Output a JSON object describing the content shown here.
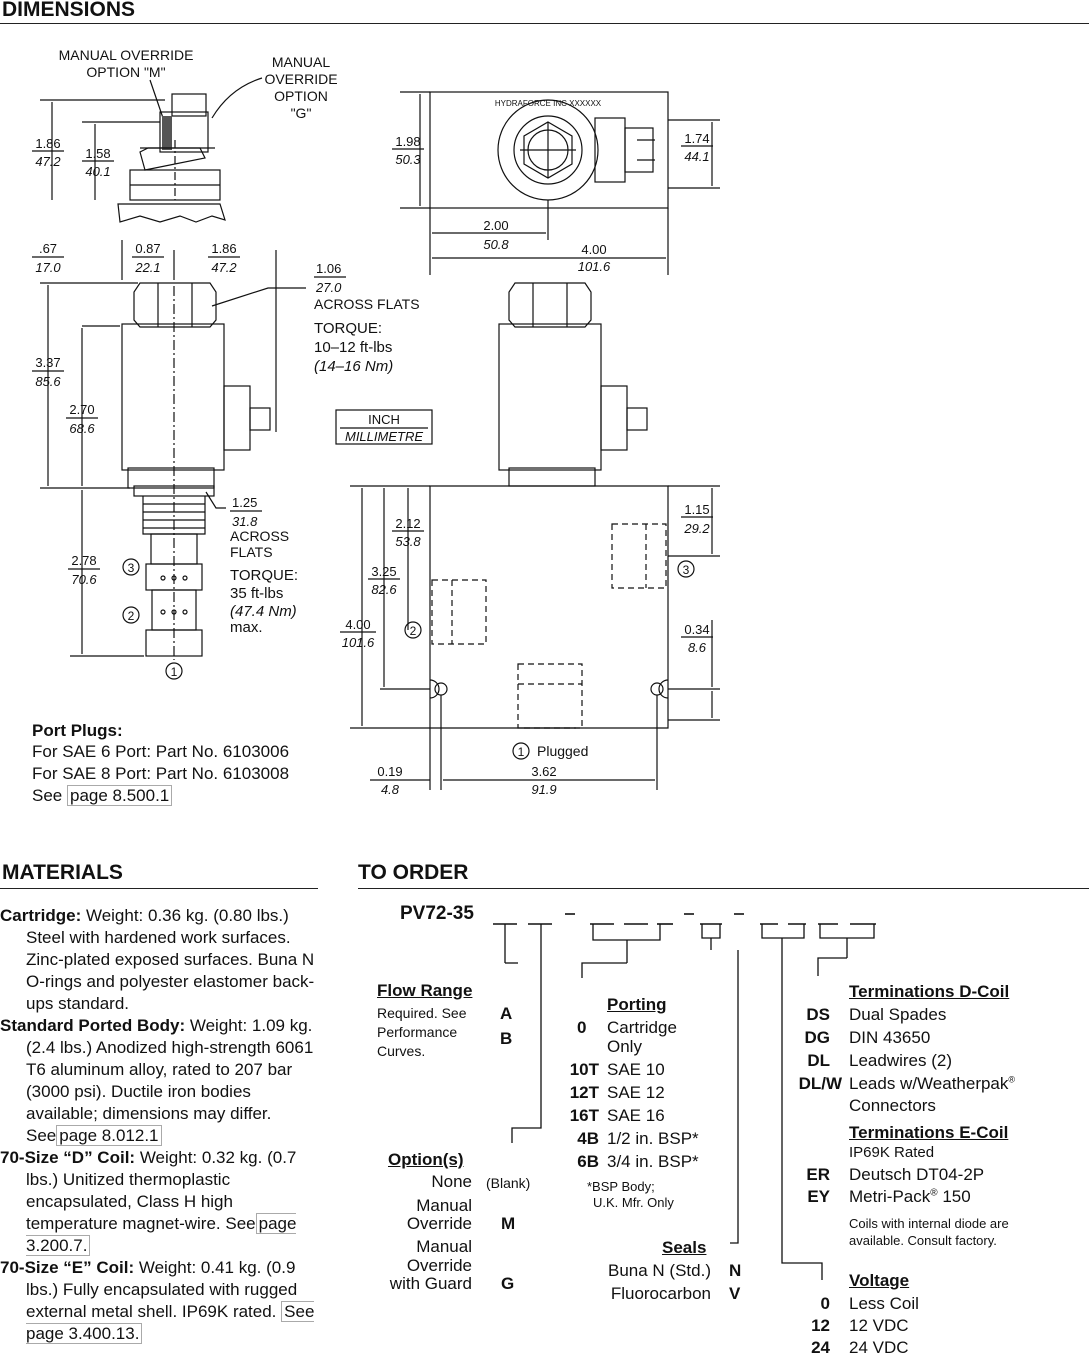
{
  "dimensions": {
    "title": "DIMENSIONS",
    "labels": {
      "manual_override_m": [
        "MANUAL OVERRIDE",
        "OPTION \"M\""
      ],
      "manual_override_g": [
        "MANUAL",
        "OVERRIDE",
        "OPTION",
        "\"G\""
      ],
      "across_flats_106": [
        "1.06",
        "27.0",
        "ACROSS FLATS"
      ],
      "torque_top": [
        "TORQUE:",
        "10–12 ft-lbs",
        "(14–16 Nm)"
      ],
      "across_flats_125": [
        "1.25",
        "31.8",
        "ACROSS",
        "FLATS"
      ],
      "torque_bottom": [
        "TORQUE:",
        "35 ft-lbs",
        "(47.4 Nm)",
        "max."
      ],
      "units_inch": "INCH",
      "units_mm": "MILLIMETRE",
      "plugged": "Plugged",
      "hydraforce_ring": "HYDRAFORCE INC XXXXXX"
    },
    "dims": {
      "d186": [
        "1.86",
        "47.2"
      ],
      "d158": [
        "1.58",
        "40.1"
      ],
      "d198": [
        "1.98",
        "50.3"
      ],
      "d174": [
        "1.74",
        "44.1"
      ],
      "d200": [
        "2.00",
        "50.8"
      ],
      "d400w": [
        "4.00",
        "101.6"
      ],
      "d067": [
        ".67",
        "17.0"
      ],
      "d087": [
        "0.87",
        "22.1"
      ],
      "d186b": [
        "1.86",
        "47.2"
      ],
      "d337": [
        "3.37",
        "85.6"
      ],
      "d270": [
        "2.70",
        "68.6"
      ],
      "d278": [
        "2.78",
        "70.6"
      ],
      "d212": [
        "2.12",
        "53.8"
      ],
      "d325": [
        "3.25",
        "82.6"
      ],
      "d400h": [
        "4.00",
        "101.6"
      ],
      "d115": [
        "1.15",
        "29.2"
      ],
      "d034": [
        "0.34",
        "8.6"
      ],
      "d019": [
        "0.19",
        "4.8"
      ],
      "d362": [
        "3.62",
        "91.9"
      ]
    },
    "ports": [
      "1",
      "2",
      "3"
    ],
    "port_plugs": {
      "title": "Port Plugs:",
      "line1": "For SAE 6 Port: Part No. 6103006",
      "line2": "For SAE 8 Port: Part No. 6103008",
      "see": "See",
      "link": "page 8.500.1"
    }
  },
  "materials": {
    "title": "MATERIALS",
    "cartridge": {
      "label": "Cartridge:",
      "text": " Weight: 0.36 kg. (0.80 lbs.) Steel with hardened work surfaces. Zinc-plated exposed surfaces. Buna N O-rings and polyester elastomer back-ups standard."
    },
    "body": {
      "label": "Standard Ported Body:",
      "text": " Weight: 1.09 kg. (2.4 lbs.) Anodized high-strength 6061 T6 aluminum alloy, rated to 207 bar (3000 psi). Ductile iron bodies available; dimensions may differ. See",
      "link": "page 8.012.1"
    },
    "dcoil": {
      "label": "70-Size “D” Coil:",
      "text": " Weight: 0.32 kg. (0.7 lbs.) Unitized thermoplastic encapsulated, Class H high temperature magnet-wire. See",
      "link": "page 3.200.7."
    },
    "ecoil": {
      "label": "70-Size “E” Coil:",
      "text": " Weight: 0.41 kg. (0.9 lbs.) Fully encapsulated with rugged external metal shell. IP69K rated.",
      "link": "See page 3.400.13."
    }
  },
  "order": {
    "title": "TO ORDER",
    "model": "PV72-35",
    "flow_range": {
      "title": "Flow Range",
      "desc": [
        "Required. See",
        "Performance",
        "Curves."
      ],
      "codes": [
        "A",
        "B"
      ]
    },
    "options": {
      "title": "Option(s)",
      "rows": [
        {
          "name": [
            "None"
          ],
          "code": "(Blank)"
        },
        {
          "name": [
            "Manual",
            "Override"
          ],
          "code": "M"
        },
        {
          "name": [
            "Manual",
            "Override",
            "with Guard"
          ],
          "code": "G"
        }
      ]
    },
    "porting": {
      "title": "Porting",
      "rows": [
        {
          "code": "0",
          "desc": "Cartridge"
        },
        {
          "code": "",
          "desc": "Only"
        },
        {
          "code": "10T",
          "desc": "SAE 10"
        },
        {
          "code": "12T",
          "desc": "SAE 12"
        },
        {
          "code": "16T",
          "desc": "SAE 16"
        },
        {
          "code": "4B",
          "desc": "1/2 in. BSP*"
        },
        {
          "code": "6B",
          "desc": "3/4 in. BSP*"
        }
      ],
      "note": [
        "*BSP Body;",
        "U.K. Mfr. Only"
      ]
    },
    "seals": {
      "title": "Seals",
      "rows": [
        {
          "name": "Buna N (Std.)",
          "code": "N"
        },
        {
          "name": "Fluorocarbon",
          "code": "V"
        }
      ]
    },
    "term_d": {
      "title": "Terminations D-Coil",
      "rows": [
        {
          "code": "DS",
          "desc": "Dual Spades"
        },
        {
          "code": "DG",
          "desc": "DIN 43650"
        },
        {
          "code": "DL",
          "desc": "Leadwires (2)"
        },
        {
          "code": "DL/W",
          "desc": "Leads w/Weatherpak"
        },
        {
          "code": "",
          "desc": "Connectors"
        }
      ],
      "reg": "®"
    },
    "term_e": {
      "title": "Terminations E-Coil",
      "sub": "IP69K Rated",
      "rows": [
        {
          "code": "ER",
          "desc": "Deutsch DT04-2P"
        },
        {
          "code": "EY",
          "desc": "Metri-Pack"
        }
      ],
      "metri_suffix": " 150",
      "reg": "®",
      "note": [
        "Coils with internal diode are",
        "available. Consult factory."
      ]
    },
    "voltage": {
      "title": "Voltage",
      "rows": [
        {
          "code": "0",
          "desc": "Less Coil"
        },
        {
          "code": "12",
          "desc": "12 VDC"
        },
        {
          "code": "24",
          "desc": "24 VDC"
        }
      ]
    }
  }
}
